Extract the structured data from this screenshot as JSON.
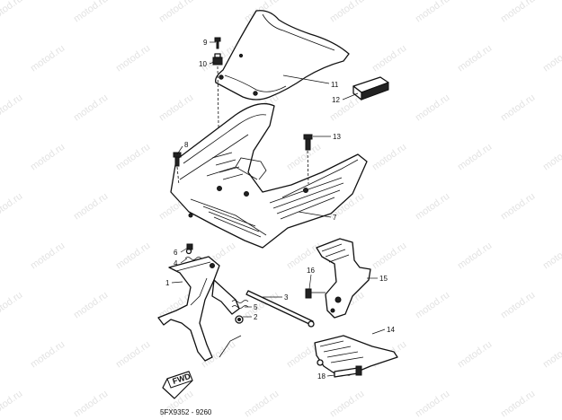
{
  "watermark": "motod.ru",
  "drawing_code": "5FX9352 - 9260",
  "fwd_label": "FWD",
  "callouts": [
    {
      "id": "c9",
      "label": "9"
    },
    {
      "id": "c10",
      "label": "10"
    },
    {
      "id": "c11",
      "label": "11"
    },
    {
      "id": "c12",
      "label": "12"
    },
    {
      "id": "c8",
      "label": "8"
    },
    {
      "id": "c13",
      "label": "13"
    },
    {
      "id": "c7",
      "label": "7"
    },
    {
      "id": "c6",
      "label": "6"
    },
    {
      "id": "c4",
      "label": "4"
    },
    {
      "id": "c1",
      "label": "1"
    },
    {
      "id": "c3",
      "label": "3"
    },
    {
      "id": "c5",
      "label": "5"
    },
    {
      "id": "c2",
      "label": "2"
    },
    {
      "id": "c16",
      "label": "16"
    },
    {
      "id": "c15",
      "label": "15"
    },
    {
      "id": "c14",
      "label": "14"
    },
    {
      "id": "c18",
      "label": "18"
    }
  ]
}
